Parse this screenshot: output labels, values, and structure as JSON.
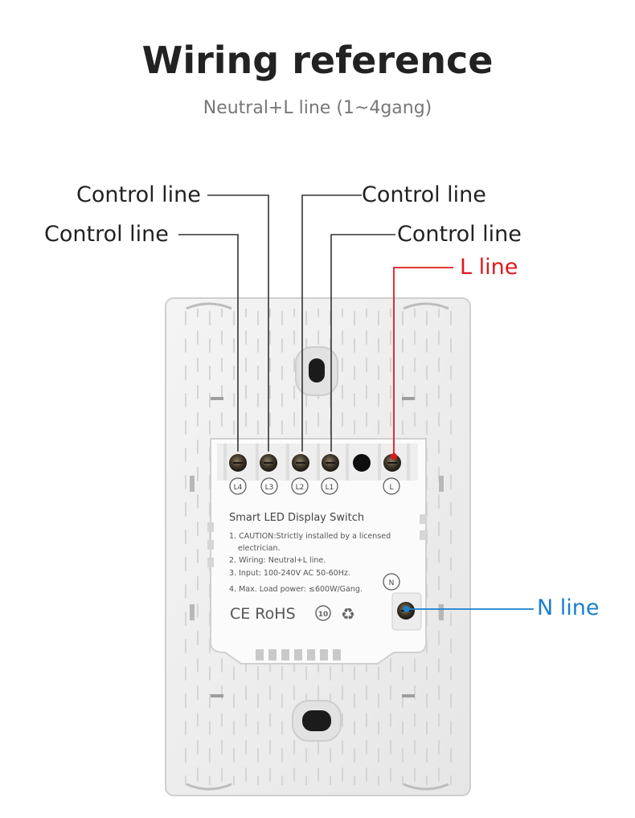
{
  "header": {
    "title": "Wiring reference",
    "subtitle": "Neutral+L line (1~4gang)"
  },
  "callouts": {
    "control_top_left": "Control line",
    "control_mid_left": "Control line",
    "control_top_right": "Control line",
    "control_mid_right": "Control line",
    "l_line": "L line",
    "n_line": "N line"
  },
  "colors": {
    "l_line": "#e0191c",
    "n_line": "#1a7fcf",
    "control_line": "#333333"
  },
  "terminals": [
    "L4",
    "L3",
    "L2",
    "L1",
    "L",
    "N"
  ],
  "module": {
    "title": "Smart LED Display Switch",
    "notes": [
      "1. CAUTION:Strictly installed by a licensed",
      "electrician.",
      "2. Wiring: Neutral+L line.",
      "3. Input: 100-240V AC 50-60Hz.",
      "4. Max. Load power: ≤600W/Gang."
    ],
    "certifications": "CE RoHS",
    "badge": "10"
  }
}
